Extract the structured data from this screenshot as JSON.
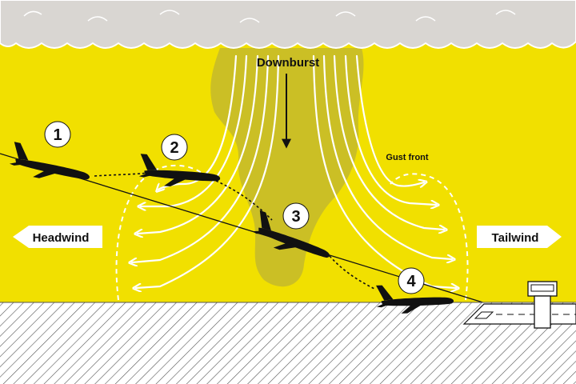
{
  "labels": {
    "downburst": "Downburst",
    "gust_front": "Gust front",
    "headwind": "Headwind",
    "tailwind": "Tailwind"
  },
  "stages": [
    {
      "number": "1"
    },
    {
      "number": "2"
    },
    {
      "number": "3"
    },
    {
      "number": "4"
    }
  ],
  "colors": {
    "sky": "#f1e000",
    "cloud": "#d9d6d2",
    "cloud_outline": "#ffffff",
    "rain_shaft": "#cbbf25",
    "wind_lines": "#ffffff",
    "ground": "#ffffff",
    "ground_hatch": "#555555",
    "aircraft": "#111111"
  },
  "icons": {
    "aircraft": "airplane-silhouette-icon",
    "control_tower": "control-tower-icon",
    "runway": "runway-icon"
  }
}
